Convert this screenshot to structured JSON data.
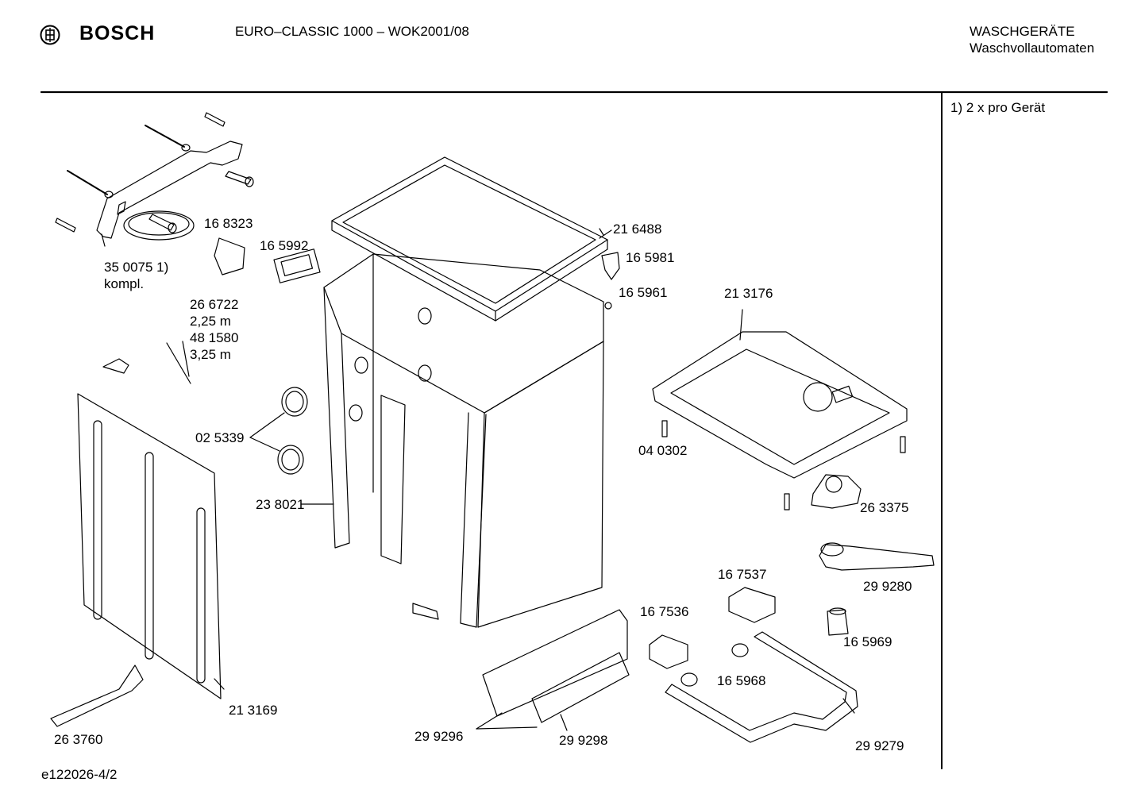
{
  "header": {
    "brand": "BOSCH",
    "model": "EURO–CLASSIC 1000 – WOK2001/08",
    "category_line1": "WASCHGERÄTE",
    "category_line2": "Waschvollautomaten"
  },
  "notes": {
    "footnote": "1) 2 x pro Gerät"
  },
  "footer": {
    "drawing_id": "e122026-4/2"
  },
  "parts": [
    {
      "id": "350075",
      "label": "35 0075 1)",
      "sub": "kompl."
    },
    {
      "id": "168323",
      "label": "16 8323"
    },
    {
      "id": "165992",
      "label": "16 5992"
    },
    {
      "id": "216488",
      "label": "21 6488"
    },
    {
      "id": "165981",
      "label": "16 5981"
    },
    {
      "id": "165961",
      "label": "16 5961"
    },
    {
      "id": "213176",
      "label": "21 3176"
    },
    {
      "id": "266722",
      "label": "26 6722",
      "lines": [
        "2,25 m",
        "48 1580",
        "3,25 m"
      ]
    },
    {
      "id": "025339",
      "label": "02 5339"
    },
    {
      "id": "040302",
      "label": "04 0302"
    },
    {
      "id": "238021",
      "label": "23 8021"
    },
    {
      "id": "263375",
      "label": "26 3375"
    },
    {
      "id": "299280",
      "label": "29 9280"
    },
    {
      "id": "167537",
      "label": "16 7537"
    },
    {
      "id": "167536",
      "label": "16 7536"
    },
    {
      "id": "165969",
      "label": "16 5969"
    },
    {
      "id": "165968",
      "label": "16 5968"
    },
    {
      "id": "213169",
      "label": "21 3169"
    },
    {
      "id": "263760",
      "label": "26 3760"
    },
    {
      "id": "299296",
      "label": "29 9296"
    },
    {
      "id": "299298",
      "label": "29 9298"
    },
    {
      "id": "299279",
      "label": "29 9279"
    }
  ]
}
